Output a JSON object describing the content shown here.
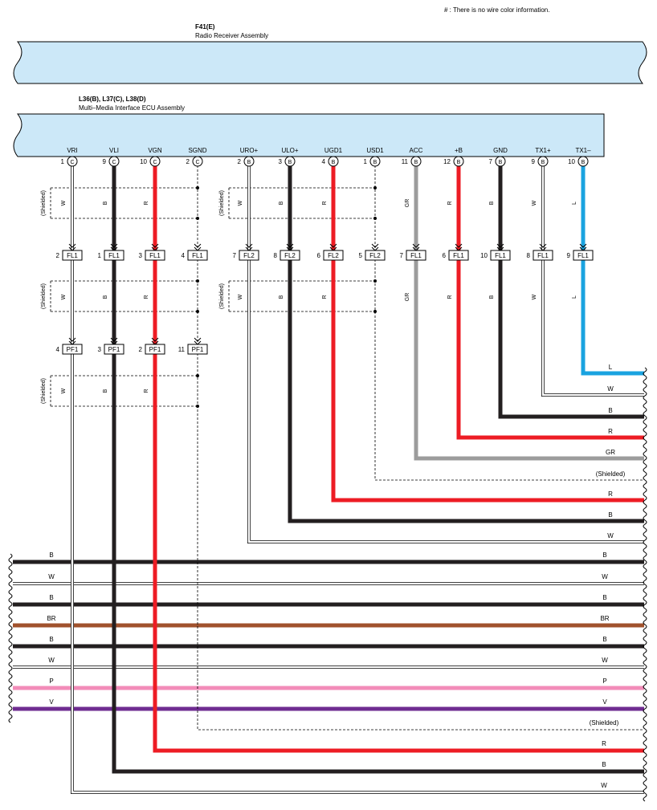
{
  "note": "# : There is no wire color information.",
  "colors": {
    "B": "#231f20",
    "W": "#ffffff",
    "R": "#ed1c24",
    "GR": "#9c9c9c",
    "L": "#1aa3e0",
    "BR": "#a0522d",
    "P": "#f28cb9",
    "V": "#6f2c91",
    "box_fill": "#cce8f8"
  },
  "components": {
    "radio": {
      "code": "F41(E)",
      "name": "Radio Receiver Assembly"
    },
    "ecu": {
      "code": "L36(B), L37(C), L38(D)",
      "name": "Multi–Media Interface ECU Assembly"
    }
  },
  "pins": [
    {
      "id": "vri",
      "label": "VRI",
      "num": "1",
      "conn": "C",
      "color": "W",
      "seg1": "W",
      "fl_num": "2",
      "fl": "FL1",
      "seg2": "W",
      "pf_num": "4",
      "pf": "PF1",
      "seg3": "W"
    },
    {
      "id": "vli",
      "label": "VLI",
      "num": "9",
      "conn": "C",
      "color": "B",
      "seg1": "B",
      "fl_num": "1",
      "fl": "FL1",
      "seg2": "B",
      "pf_num": "3",
      "pf": "PF1",
      "seg3": "B"
    },
    {
      "id": "vgn",
      "label": "VGN",
      "num": "10",
      "conn": "C",
      "color": "R",
      "seg1": "R",
      "fl_num": "3",
      "fl": "FL1",
      "seg2": "R",
      "pf_num": "2",
      "pf": "PF1",
      "seg3": "R"
    },
    {
      "id": "sgnd",
      "label": "SGND",
      "num": "2",
      "conn": "C",
      "color": "S",
      "fl_num": "4",
      "fl": "FL1",
      "pf_num": "11",
      "pf": "PF1"
    },
    {
      "id": "uro",
      "label": "URO+",
      "num": "2",
      "conn": "B",
      "color": "W",
      "seg1": "W",
      "fl_num": "7",
      "fl": "FL2",
      "seg2": "W"
    },
    {
      "id": "ulo",
      "label": "ULO+",
      "num": "3",
      "conn": "B",
      "color": "B",
      "seg1": "B",
      "fl_num": "8",
      "fl": "FL2",
      "seg2": "B"
    },
    {
      "id": "ugd1",
      "label": "UGD1",
      "num": "4",
      "conn": "B",
      "color": "R",
      "seg1": "R",
      "fl_num": "6",
      "fl": "FL2",
      "seg2": "R"
    },
    {
      "id": "usd1",
      "label": "USD1",
      "num": "1",
      "conn": "B",
      "color": "S",
      "fl_num": "5",
      "fl": "FL2"
    },
    {
      "id": "acc",
      "label": "ACC",
      "num": "11",
      "conn": "B",
      "color": "GR",
      "seg1": "GR",
      "fl_num": "7",
      "fl": "FL1",
      "seg2": "GR"
    },
    {
      "id": "plusb",
      "label": "+B",
      "num": "12",
      "conn": "B",
      "color": "R",
      "seg1": "R",
      "fl_num": "6",
      "fl": "FL1",
      "seg2": "R"
    },
    {
      "id": "gnd",
      "label": "GND",
      "num": "7",
      "conn": "B",
      "color": "B",
      "seg1": "B",
      "fl_num": "10",
      "fl": "FL1",
      "seg2": "B"
    },
    {
      "id": "tx1p",
      "label": "TX1+",
      "num": "9",
      "conn": "B",
      "color": "W",
      "seg1": "W",
      "fl_num": "8",
      "fl": "FL1",
      "seg2": "W"
    },
    {
      "id": "tx1m",
      "label": "TX1–",
      "num": "10",
      "conn": "B",
      "color": "L",
      "seg1": "L",
      "fl_num": "9",
      "fl": "FL1",
      "seg2": "L"
    }
  ],
  "shield_label": "(Shielded)",
  "right_wires": [
    {
      "label": "L",
      "color": "L"
    },
    {
      "label": "W",
      "color": "W"
    },
    {
      "label": "B",
      "color": "B"
    },
    {
      "label": "R",
      "color": "R"
    },
    {
      "label": "GR",
      "color": "GR"
    },
    {
      "label": "(Shielded)",
      "color": "S"
    },
    {
      "label": "R",
      "color": "R"
    },
    {
      "label": "B",
      "color": "B"
    },
    {
      "label": "W",
      "color": "W"
    }
  ],
  "pass_wires": [
    {
      "label": "B",
      "color": "B"
    },
    {
      "label": "W",
      "color": "W"
    },
    {
      "label": "B",
      "color": "B"
    },
    {
      "label": "BR",
      "color": "BR"
    },
    {
      "label": "B",
      "color": "B"
    },
    {
      "label": "W",
      "color": "W"
    },
    {
      "label": "P",
      "color": "P"
    },
    {
      "label": "V",
      "color": "V"
    }
  ],
  "bottom_wires": [
    {
      "label": "(Shielded)",
      "color": "S"
    },
    {
      "label": "R",
      "color": "R"
    },
    {
      "label": "B",
      "color": "B"
    },
    {
      "label": "W",
      "color": "W"
    }
  ]
}
